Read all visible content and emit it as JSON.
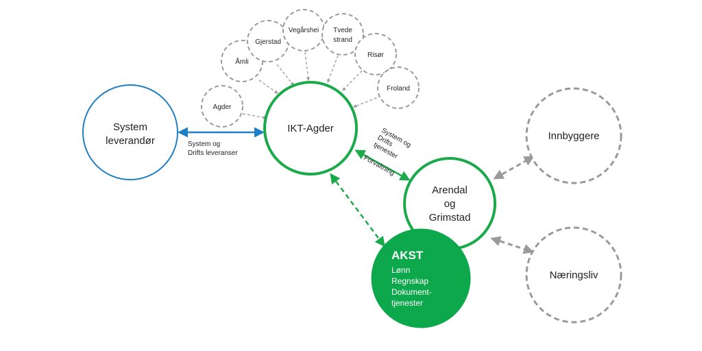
{
  "colors": {
    "green": "#1aaa4a",
    "blue": "#1f7fc4",
    "gray": "#9a9a9a",
    "akst_fill": "#0ca84b"
  },
  "nodes": {
    "system_leverandor": [
      "System",
      "leverandør"
    ],
    "ikt_agder": "IKT-Agder",
    "arendal_grimstad": [
      "Arendal",
      "og",
      "Grimstad"
    ],
    "akst": {
      "title": "AKST",
      "lines": [
        "Lønn",
        "Regnskap",
        "Dokument-",
        "tjenester"
      ]
    },
    "innbyggere": "Innbyggere",
    "naeringsliv": "Næringsliv",
    "municipalities": {
      "agder": "Agder",
      "amli": "Åmli",
      "gjerstad": "Gjerstad",
      "vegarshei": "Vegårshei",
      "tvede": [
        "Tvede",
        "strand"
      ],
      "risor": "Risør",
      "froland": "Froland"
    }
  },
  "edges": {
    "leverandor_label": [
      "System og",
      "Drifts leveranser"
    ],
    "ikt_arendal_label": [
      "System og",
      "Drifts",
      "tjenester",
      "Forvaltning"
    ]
  }
}
